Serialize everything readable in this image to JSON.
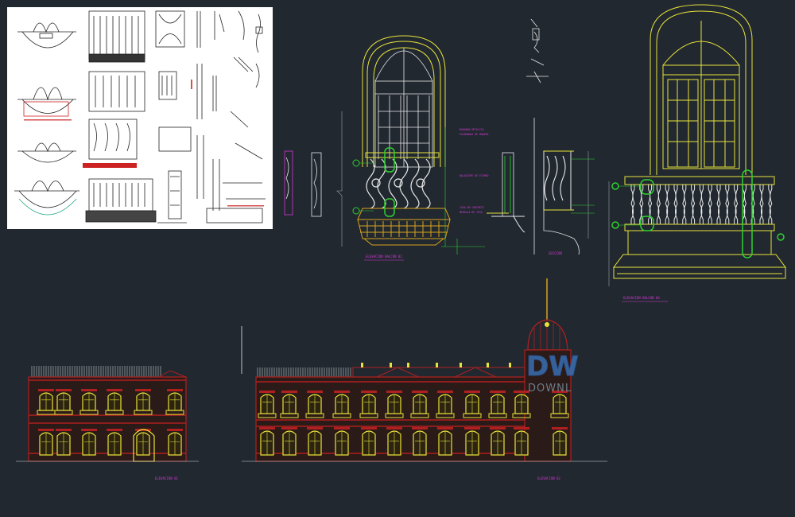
{
  "canvas": {
    "background": "#212830"
  },
  "palette": {
    "yellow": "#e8e23a",
    "orange": "#d9a21b",
    "red": "#b02020",
    "magenta": "#d23ad2",
    "green": "#2ed12e",
    "white": "#e9e9e9",
    "cyan": "#3aa0d0",
    "blue": "#2b5fa8",
    "gray": "#9aa0a6"
  },
  "titles": {
    "balcony_01": "ELEVACION BALCON 01",
    "balcony_04": "ELEVACION BALCON 04",
    "section": "SECCION",
    "facade_left": "ELEVACION 01",
    "facade_right": "ELEVACION 02"
  },
  "notes": {
    "n1": "BARANDA METALICA",
    "n2": "PASAMANOS DE MADERA",
    "n3": "BALAUSTRE DE FIERRO",
    "n4": "LOSA DE CONCRETO",
    "n5": "MENSULA DE YESO"
  },
  "watermark": {
    "mark": "DW",
    "text": "DOWNL"
  }
}
